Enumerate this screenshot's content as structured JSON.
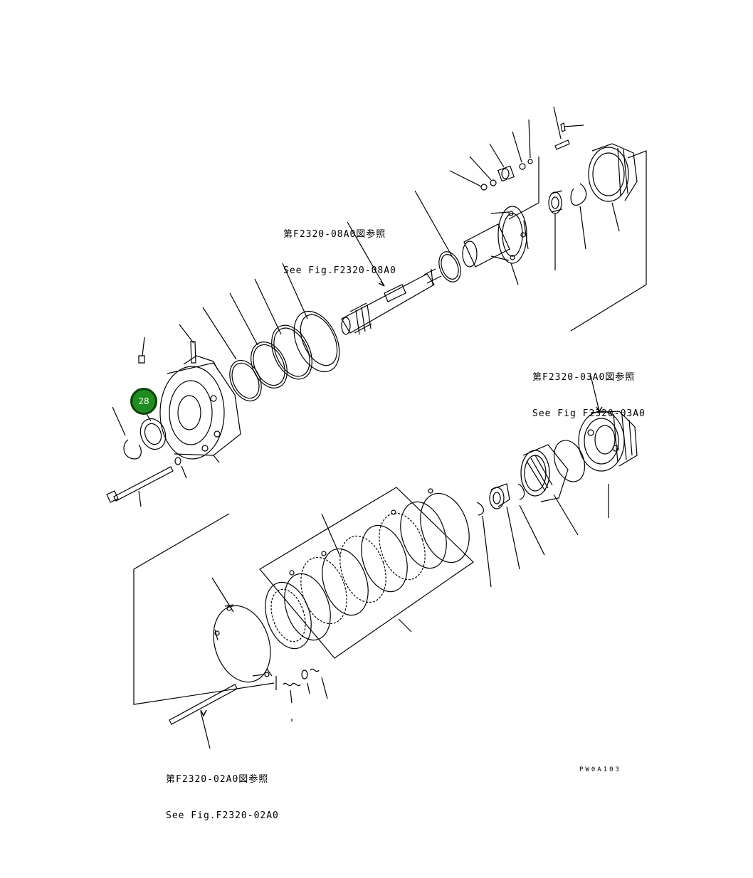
{
  "callouts": {
    "fig_08a0": {
      "jp": "第F2320-08A0図参照",
      "en": "See Fig.F2320-08A0"
    },
    "fig_03a0": {
      "jp": "第F2320-03A0図参照",
      "en": "See Fig F2320-03A0"
    },
    "fig_02a0": {
      "jp": "第F2320-02A0図参照",
      "en": "See Fig.F2320-02A0"
    }
  },
  "part_badge": {
    "label": "28",
    "color": "#1e8c1e"
  },
  "drawing_code": "PW0A103",
  "colors": {
    "line": "#000000",
    "badge": "#1e8c1e"
  }
}
